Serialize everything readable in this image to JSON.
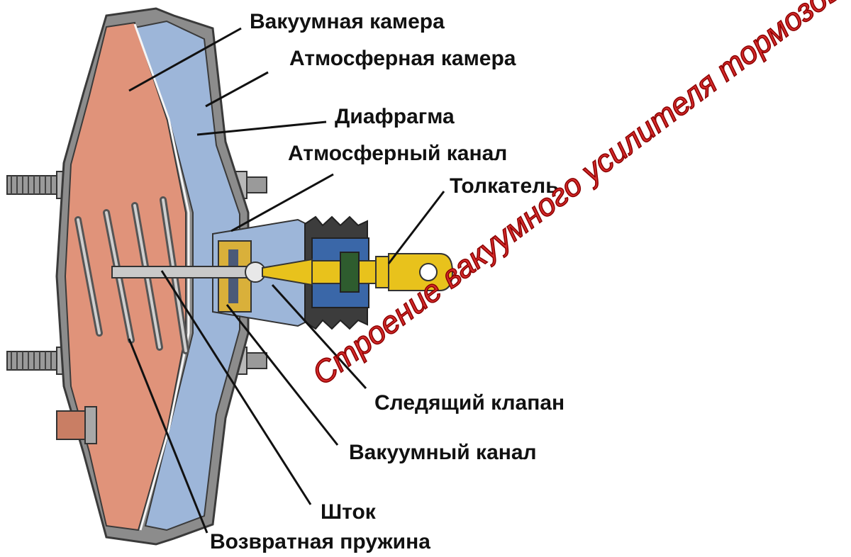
{
  "labels": {
    "vacuum_chamber": "Вакуумная камера",
    "atmospheric_chamber": "Атмосферная камера",
    "diaphragm": "Диафрагма",
    "atmospheric_channel": "Атмосферный канал",
    "pusher": "Толкатель",
    "follow_valve": "Следящий клапан",
    "vacuum_channel": "Вакуумный канал",
    "rod": "Шток",
    "return_spring": "Возвратная пружина"
  },
  "watermark": {
    "text": "Строение вакуумного усилителя тормозов"
  },
  "colors": {
    "vacuum_chamber": "#e0937a",
    "atmospheric_chamber": "#9db6d9",
    "housing": "#8c8c8c",
    "housing_stroke": "#3a3a3a",
    "pusher": "#e8c21c",
    "valve_gold": "#d9b03a",
    "watermark_fill": "#d42a2a",
    "watermark_stroke": "#8b0000",
    "leader_lines": "#111111"
  }
}
